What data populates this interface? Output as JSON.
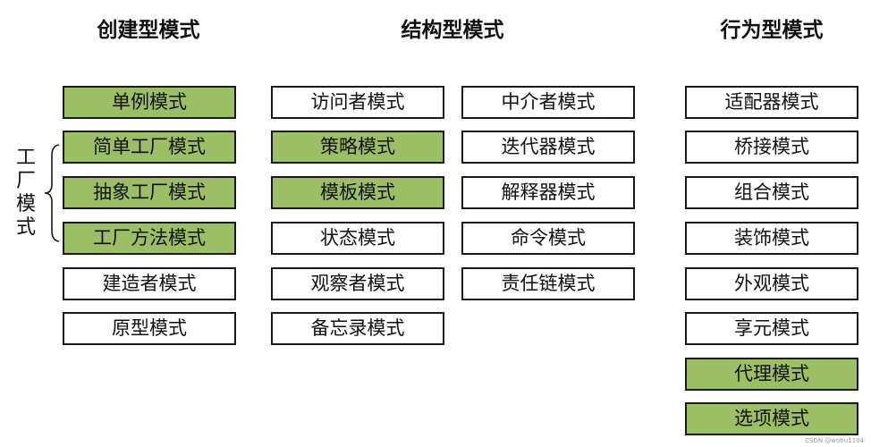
{
  "creational": {
    "title": "创建型模式",
    "factory_group_label": [
      "工",
      "厂",
      "模",
      "式"
    ],
    "items": [
      {
        "label": "单例模式",
        "highlighted": true
      },
      {
        "label": "简单工厂模式",
        "highlighted": true
      },
      {
        "label": "抽象工厂模式",
        "highlighted": true
      },
      {
        "label": "工厂方法模式",
        "highlighted": true
      },
      {
        "label": "建造者模式",
        "highlighted": false
      },
      {
        "label": "原型模式",
        "highlighted": false
      }
    ]
  },
  "structural": {
    "title": "结构型模式",
    "items_left": [
      {
        "label": "访问者模式",
        "highlighted": false
      },
      {
        "label": "策略模式",
        "highlighted": true
      },
      {
        "label": "模板模式",
        "highlighted": true
      },
      {
        "label": "状态模式",
        "highlighted": false
      },
      {
        "label": "观察者模式",
        "highlighted": false
      },
      {
        "label": "备忘录模式",
        "highlighted": false
      }
    ],
    "items_right": [
      {
        "label": "中介者模式",
        "highlighted": false
      },
      {
        "label": "迭代器模式",
        "highlighted": false
      },
      {
        "label": "解释器模式",
        "highlighted": false
      },
      {
        "label": "命令模式",
        "highlighted": false
      },
      {
        "label": "责任链模式",
        "highlighted": false
      }
    ]
  },
  "behavioral": {
    "title": "行为型模式",
    "items": [
      {
        "label": "适配器模式",
        "highlighted": false
      },
      {
        "label": "桥接模式",
        "highlighted": false
      },
      {
        "label": "组合模式",
        "highlighted": false
      },
      {
        "label": "装饰模式",
        "highlighted": false
      },
      {
        "label": "外观模式",
        "highlighted": false
      },
      {
        "label": "享元模式",
        "highlighted": false
      },
      {
        "label": "代理模式",
        "highlighted": true
      },
      {
        "label": "选项模式",
        "highlighted": true
      }
    ]
  },
  "watermark": "CSDN @wohu1104",
  "colors": {
    "highlight_fill": "#9cbe64",
    "border": "#1a1a1a",
    "text": "#111111"
  }
}
